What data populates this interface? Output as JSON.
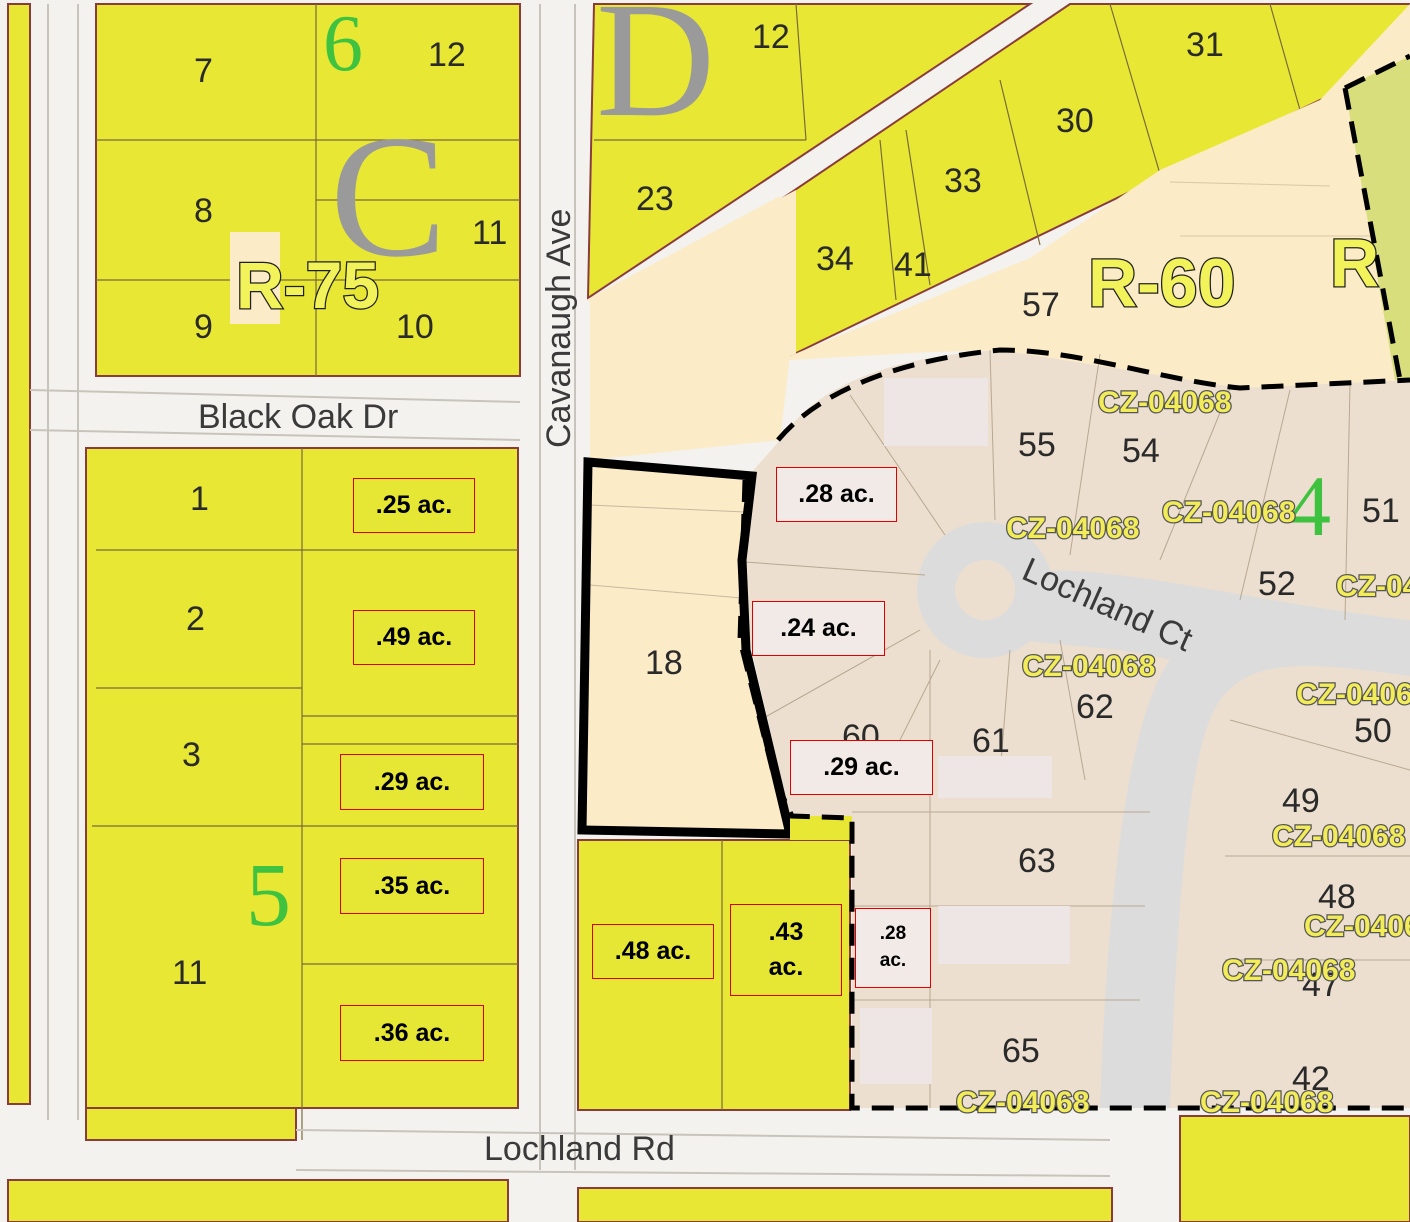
{
  "map": {
    "colors": {
      "r75_fill": "#e8e834",
      "r60_fill": "#fbebc6",
      "cz_fill": "#ecdfcf",
      "road": "#ffffff",
      "parcel_line": "#8a3c3c",
      "highlight_box": "#e00000",
      "block_number": "#3fc23f"
    },
    "streets": {
      "black_oak": "Black Oak Dr",
      "cavanaugh": "Cavanaugh Ave",
      "lochland_ct": "Lochland Ct",
      "lochland_rd": "Lochland Rd"
    },
    "zones": {
      "r75": "R-75",
      "r60": "R-60",
      "r_partial": "R",
      "cz": "CZ-04068",
      "cz_partial_a": "CZ-04",
      "cz_partial_b": "CZ-0406",
      "cz_partial_c": "CZ-0406",
      "cz_partial_d": "CZ-04068",
      "cz_partial_e": "CZ-04068"
    },
    "blocks": {
      "b6": "6",
      "b5": "5",
      "b4": "4",
      "c": "C",
      "d": "D"
    },
    "lots": {
      "l7": "7",
      "l8": "8",
      "l9": "9",
      "l10": "10",
      "l11a": "11",
      "l12a": "12",
      "l12b": "12",
      "l23": "23",
      "l31": "31",
      "l30": "30",
      "l33": "33",
      "l34": "34",
      "l41": "41",
      "l57": "57",
      "l55": "55",
      "l54": "54",
      "l51": "51",
      "l52": "52",
      "l62": "62",
      "l50": "50",
      "l60": "60",
      "l61": "61",
      "l49": "49",
      "l48": "48",
      "l47": "47",
      "l63": "63",
      "l65": "65",
      "l42": "42",
      "l18": "18",
      "l1": "1",
      "l2": "2",
      "l3": "3",
      "l11b": "11"
    },
    "acreage": {
      "a1": ".25 ac.",
      "a2": ".49 ac.",
      "a3": ".29 ac.",
      "a4": ".35 ac.",
      "a5": ".36 ac.",
      "a6": ".48 ac.",
      "a7": ".43 ac.",
      "a8": ".28 ac.",
      "a9": ".28 ac.",
      "a10": ".24 ac.",
      "a11": ".29 ac."
    }
  }
}
